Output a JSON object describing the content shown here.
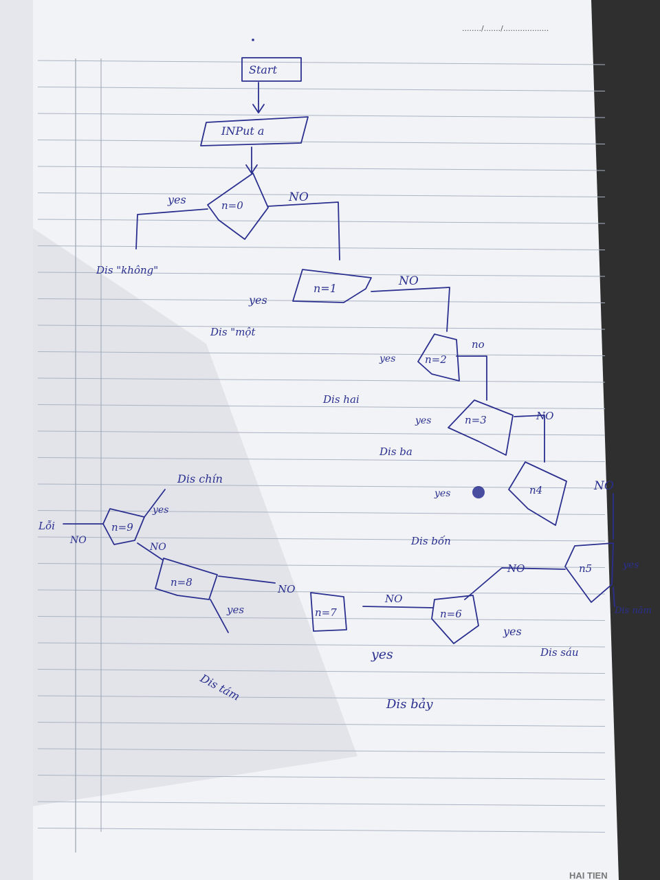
{
  "header": {
    "date_placeholder": "......../......./..................."
  },
  "footer": {
    "brand": "HAI TIEN"
  },
  "flowchart": {
    "start": "Start",
    "input": "INPut a",
    "decisions": [
      {
        "cond": "n=0",
        "yes_label": "yes",
        "no_label": "NO",
        "yes_output": "Dis \"không\""
      },
      {
        "cond": "n=1",
        "yes_label": "yes",
        "no_label": "NO",
        "yes_output": "Dis \"một"
      },
      {
        "cond": "n=2",
        "yes_label": "yes",
        "no_label": "no",
        "yes_output": "Dis hai"
      },
      {
        "cond": "n=3",
        "yes_label": "yes",
        "no_label": "NO",
        "yes_output": "Dis ba"
      },
      {
        "cond": "n4",
        "yes_label": "yes",
        "no_label": "NO",
        "yes_output": "Dis bốn"
      },
      {
        "cond": "n5",
        "yes_label": "yes",
        "no_label": "NO",
        "yes_output": "Dis năm"
      },
      {
        "cond": "n=6",
        "yes_label": "yes",
        "no_label": "NO",
        "yes_output": "Dis sáu"
      },
      {
        "cond": "n=7",
        "yes_label": "yes",
        "no_label": "NO",
        "yes_output": "Dis bảy"
      },
      {
        "cond": "n=8",
        "yes_label": "yes",
        "no_label": "NO",
        "yes_output": "Dis tám"
      },
      {
        "cond": "n=9",
        "yes_label": "yes",
        "no_label": "NO",
        "yes_output": "Dis chín"
      }
    ],
    "error_output": "Lỗi"
  },
  "colors": {
    "paper": "#f4f4f6",
    "ruling": "#a9b3c2",
    "margin": "#9aa3b0",
    "ink": "#2a2f8f",
    "shadow": "#3a3a3a"
  }
}
